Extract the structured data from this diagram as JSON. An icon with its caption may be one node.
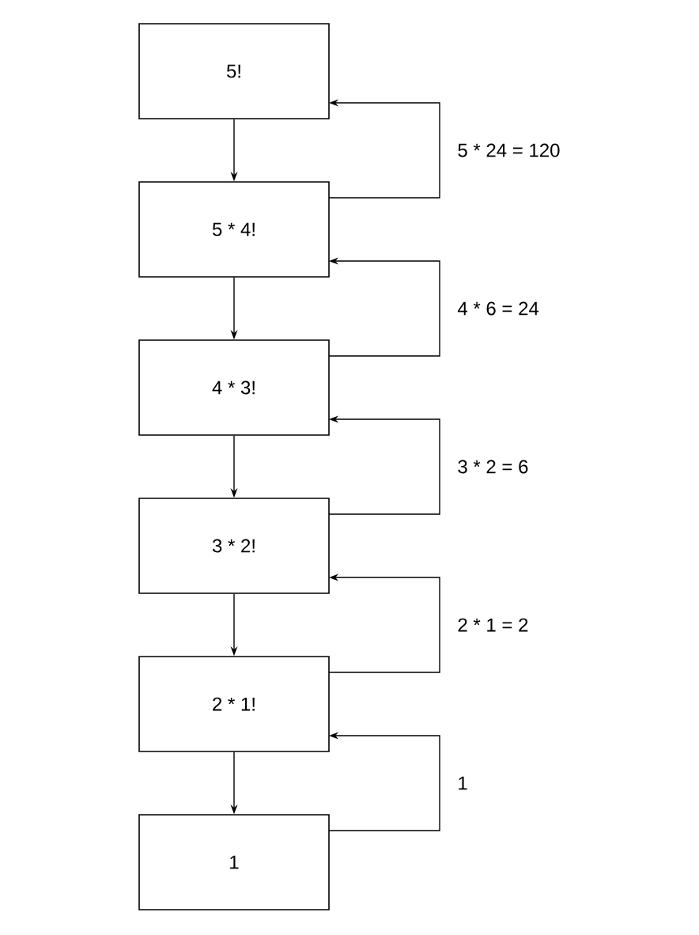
{
  "diagram": {
    "nodes": [
      {
        "text": [
          "5!"
        ]
      },
      {
        "text": [
          "5 * 4!"
        ]
      },
      {
        "text": [
          "4 * 3!"
        ]
      },
      {
        "text": [
          "3 * 2!"
        ]
      },
      {
        "text": [
          "2 * 1!"
        ]
      },
      {
        "text": [
          "1"
        ]
      }
    ],
    "edges": [
      {
        "from": 0,
        "to": 1,
        "arrow": "to"
      },
      {
        "from": 1,
        "to": 2,
        "arrow": "to"
      },
      {
        "from": 2,
        "to": 3,
        "arrow": "to"
      },
      {
        "from": 3,
        "to": 4,
        "arrow": "to"
      },
      {
        "from": 4,
        "to": 5,
        "arrow": "to"
      },
      {
        "from": 1,
        "to": 0,
        "arrow": "to",
        "label": "5 * 24 = 120"
      },
      {
        "from": 2,
        "to": 1,
        "arrow": "to",
        "label": "4 * 6 = 24"
      },
      {
        "from": 3,
        "to": 2,
        "arrow": "to",
        "label": "3 * 2 = 6"
      },
      {
        "from": 4,
        "to": 3,
        "arrow": "to",
        "label": "2 * 1 = 2"
      },
      {
        "from": 5,
        "to": 4,
        "arrow": "to",
        "label": "1"
      }
    ]
  }
}
